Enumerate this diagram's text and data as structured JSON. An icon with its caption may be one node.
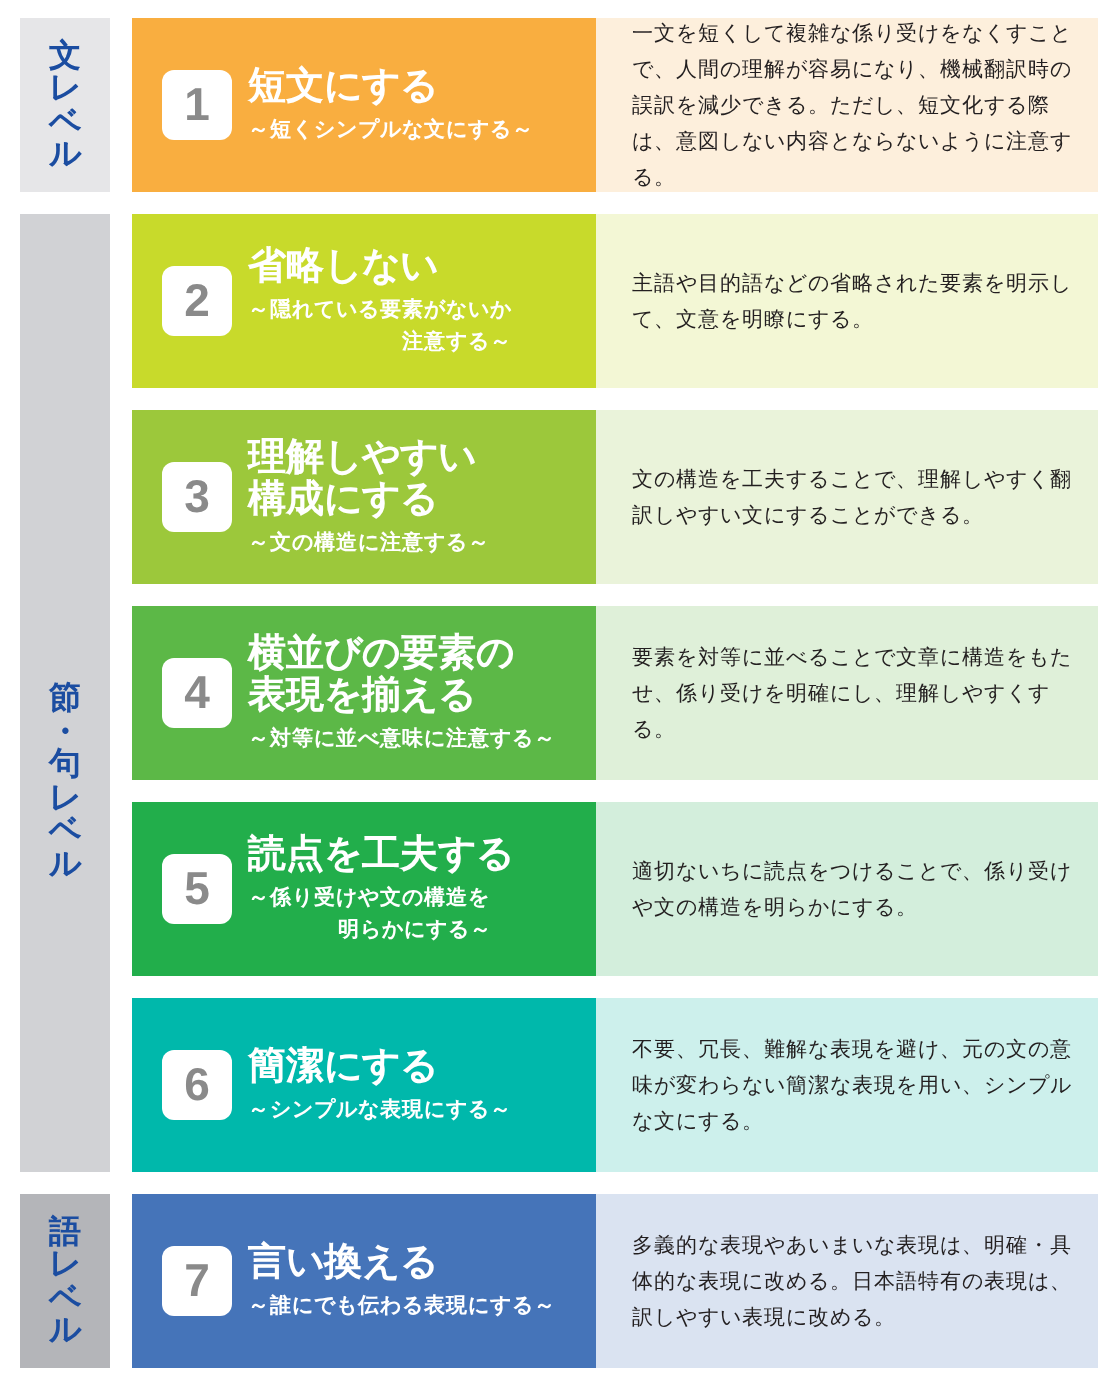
{
  "diagram": {
    "nodes": [
      {
        "text": [
          "文レベル"
        ]
      },
      {
        "text": [
          "短文にする",
          "～短くシンプルな文にする～"
        ]
      },
      {
        "text": [
          "1"
        ],
        "in": 1
      },
      {
        "text": [
          "一文を短くして複雑な係り受けをなくすことで、人間の理解が容易になり、機械翻訳時の誤訳を減少できる。ただし、短文化する際は、意図しない内容とならないように注意する。"
        ]
      },
      {
        "text": [
          "節・句レベル"
        ]
      },
      {
        "text": [
          "省略しない",
          "～隠れている要素がないか注意する～"
        ]
      },
      {
        "text": [
          "2"
        ],
        "in": 5
      },
      {
        "text": [
          "主語や目的語などの省略された要素を明示して、文意を明瞭にする。"
        ]
      },
      {
        "text": [
          "理解しやすい構成にする",
          "～文の構造に注意する～"
        ]
      },
      {
        "text": [
          "3"
        ],
        "in": 8
      },
      {
        "text": [
          "文の構造を工夫することで、理解しやすく翻訳しやすい文にすることができる。"
        ]
      },
      {
        "text": [
          "横並びの要素の表現を揃える",
          "～対等に並べ意味に注意する～"
        ]
      },
      {
        "text": [
          "4"
        ],
        "in": 11
      },
      {
        "text": [
          "要素を対等に並べることで文章に構造をもたせ、係り受けを明確にし、理解しやすくする。"
        ]
      },
      {
        "text": [
          "読点を工夫する",
          "～係り受けや文の構造を明らかにする～"
        ]
      },
      {
        "text": [
          "5"
        ],
        "in": 14
      },
      {
        "text": [
          "適切ないちに読点をつけることで、係り受けや文の構造を明らかにする。"
        ]
      },
      {
        "text": [
          "簡潔にする",
          "～シンプルな表現にする～"
        ]
      },
      {
        "text": [
          "6"
        ],
        "in": 17
      },
      {
        "text": [
          "不要、冗長、難解な表現を避け、元の文の意味が変わらない簡潔な表現を用い、シンプルな文にする。"
        ]
      },
      {
        "text": [
          "語レベル"
        ]
      },
      {
        "text": [
          "言い換える",
          "～誰にでも伝わる表現にする～"
        ]
      },
      {
        "text": [
          "7"
        ],
        "in": 21
      },
      {
        "text": [
          "多義的な表現やあいまいな表現は、明確・具体的な表現に改める。日本語特有の表現は、訳しやすい表現に改める。"
        ]
      }
    ]
  }
}
